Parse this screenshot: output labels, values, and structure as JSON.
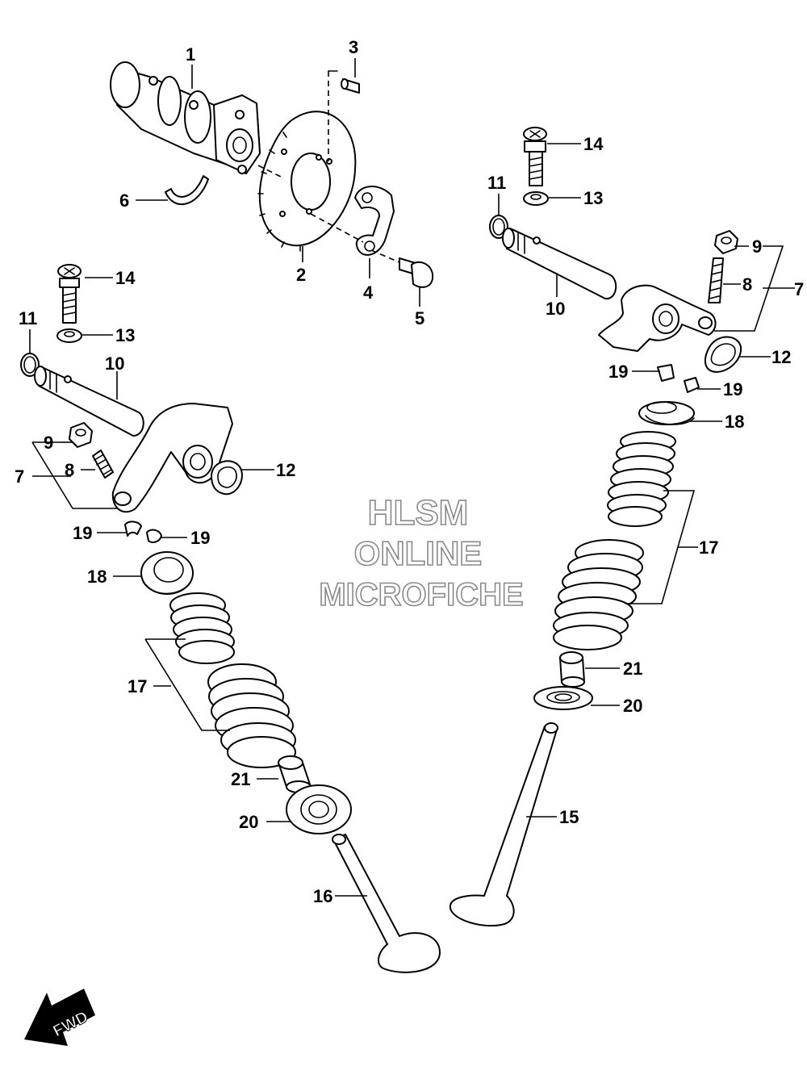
{
  "watermark": {
    "line1": "HLSM",
    "line2": "ONLINE",
    "line3": "MICROFICHE"
  },
  "fwd_label": "FWD",
  "callouts": {
    "c1": "1",
    "c2": "2",
    "c3": "3",
    "c4": "4",
    "c5": "5",
    "c6": "6",
    "c7_left": "7",
    "c7_right": "7",
    "c8_left": "8",
    "c8_right": "8",
    "c9_left": "9",
    "c9_right": "9",
    "c10_left": "10",
    "c10_right": "10",
    "c11_left": "11",
    "c11_right": "11",
    "c12_left": "12",
    "c12_right": "12",
    "c13_left": "13",
    "c13_right": "13",
    "c14_left": "14",
    "c14_right": "14",
    "c15": "15",
    "c16": "16",
    "c17_left": "17",
    "c17_right": "17",
    "c18_left": "18",
    "c18_right": "18",
    "c19_left_a": "19",
    "c19_left_b": "19",
    "c19_right_a": "19",
    "c19_right_b": "19",
    "c20_left": "20",
    "c20_right": "20",
    "c21_left": "21",
    "c21_right": "21"
  }
}
